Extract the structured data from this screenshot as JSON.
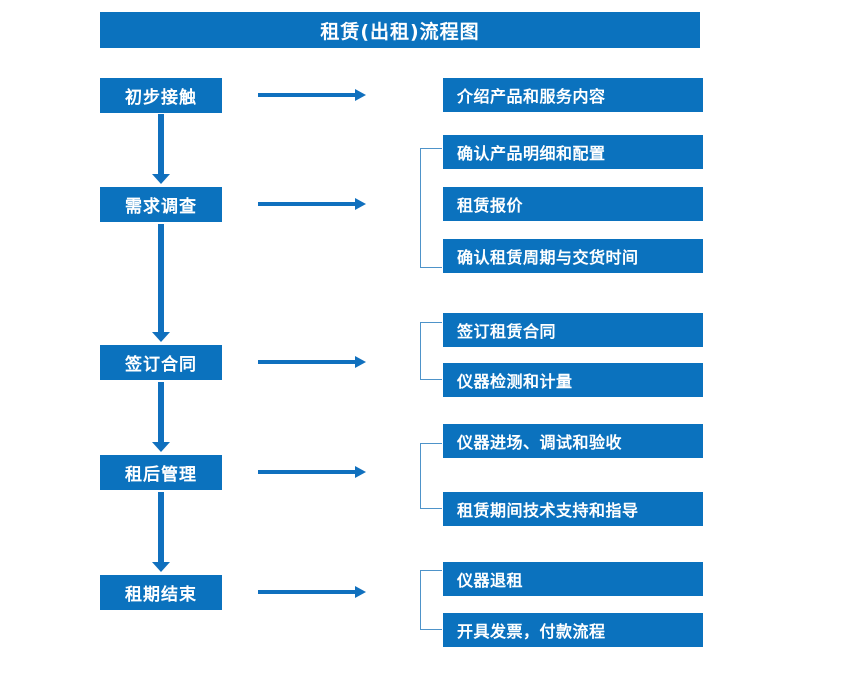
{
  "title": "租赁(出租)流程图",
  "colors": {
    "box_fill": "#0B72BE",
    "box_text": "#FFFFFF",
    "arrow": "#1070BE",
    "bracket": "#4E93C9",
    "background": "#FFFFFF"
  },
  "stages": [
    {
      "label": "初步接触"
    },
    {
      "label": "需求调查"
    },
    {
      "label": "签订合同"
    },
    {
      "label": "租后管理"
    },
    {
      "label": "租期结束"
    }
  ],
  "details": {
    "group1": [
      {
        "label": "介绍产品和服务内容"
      }
    ],
    "group2": [
      {
        "label": "确认产品明细和配置"
      },
      {
        "label": "租赁报价"
      },
      {
        "label": "确认租赁周期与交货时间"
      }
    ],
    "group3": [
      {
        "label": "签订租赁合同"
      },
      {
        "label": "仪器检测和计量"
      }
    ],
    "group4": [
      {
        "label": "仪器进场、调试和验收"
      },
      {
        "label": "租赁期间技术支持和指导"
      }
    ],
    "group5": [
      {
        "label": "仪器退租"
      },
      {
        "label": "开具发票，付款流程"
      }
    ]
  }
}
